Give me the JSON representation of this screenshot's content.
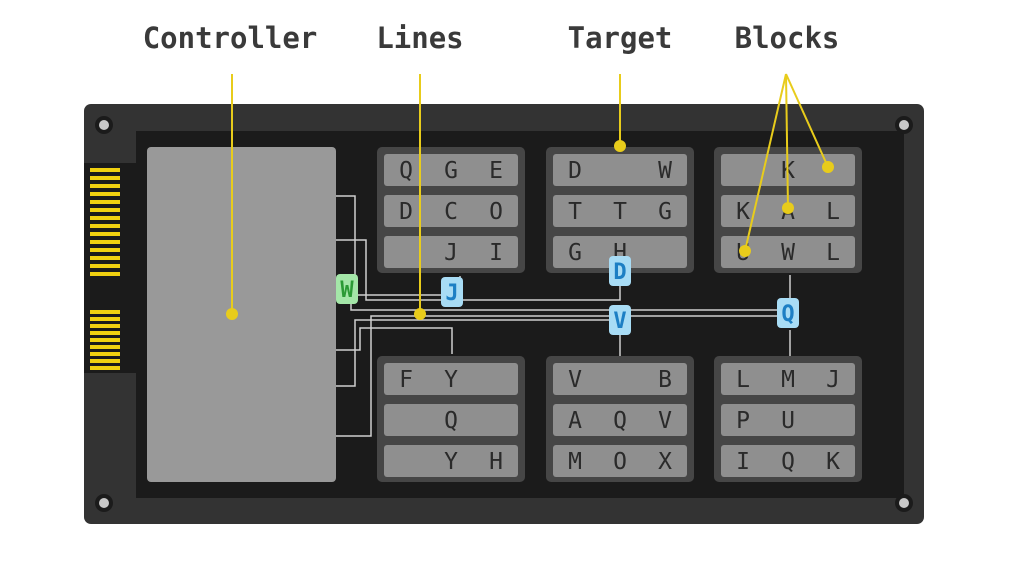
{
  "labels": {
    "controller": "Controller",
    "lines": "Lines",
    "target": "Target",
    "blocks": "Blocks"
  },
  "colors": {
    "board": "#333333",
    "board_inner": "#1b1b1b",
    "controller": "#999999",
    "block_bg": "#464646",
    "cell": "#8f8f8f",
    "callout_line": "#e8cc1b",
    "line": "#d0d0d0",
    "tag_blue_bg": "#a8dcf5",
    "tag_blue_fg": "#1d7fc4",
    "tag_green_bg": "#a4e6a8",
    "tag_green_fg": "#2b9a35",
    "connector": "#e8cc1b"
  },
  "blocks": [
    {
      "name": "top-left",
      "rows": [
        [
          "Q",
          "G",
          "E"
        ],
        [
          "D",
          "C",
          "O"
        ],
        [
          "",
          "J",
          "I"
        ]
      ]
    },
    {
      "name": "top-middle",
      "rows": [
        [
          "D",
          "",
          "W"
        ],
        [
          "T",
          "T",
          "G"
        ],
        [
          "G",
          "H",
          ""
        ]
      ]
    },
    {
      "name": "top-right",
      "rows": [
        [
          "",
          "K",
          ""
        ],
        [
          "K",
          "A",
          "L"
        ],
        [
          "U",
          "W",
          "L"
        ]
      ]
    },
    {
      "name": "bottom-left",
      "rows": [
        [
          "F",
          "Y",
          ""
        ],
        [
          "",
          "Q",
          ""
        ],
        [
          "",
          "Y",
          "H"
        ]
      ]
    },
    {
      "name": "bottom-middle",
      "rows": [
        [
          "V",
          "",
          "B"
        ],
        [
          "A",
          "Q",
          "V"
        ],
        [
          "M",
          "O",
          "X"
        ]
      ]
    },
    {
      "name": "bottom-right",
      "rows": [
        [
          "L",
          "M",
          "J"
        ],
        [
          "P",
          "U",
          ""
        ],
        [
          "I",
          "Q",
          "K"
        ]
      ]
    }
  ],
  "tags": [
    {
      "name": "W",
      "letter": "W",
      "style": "green"
    },
    {
      "name": "J",
      "letter": "J",
      "style": "blue"
    },
    {
      "name": "D",
      "letter": "D",
      "style": "blue"
    },
    {
      "name": "V",
      "letter": "V",
      "style": "blue"
    },
    {
      "name": "Q",
      "letter": "Q",
      "style": "blue"
    }
  ]
}
